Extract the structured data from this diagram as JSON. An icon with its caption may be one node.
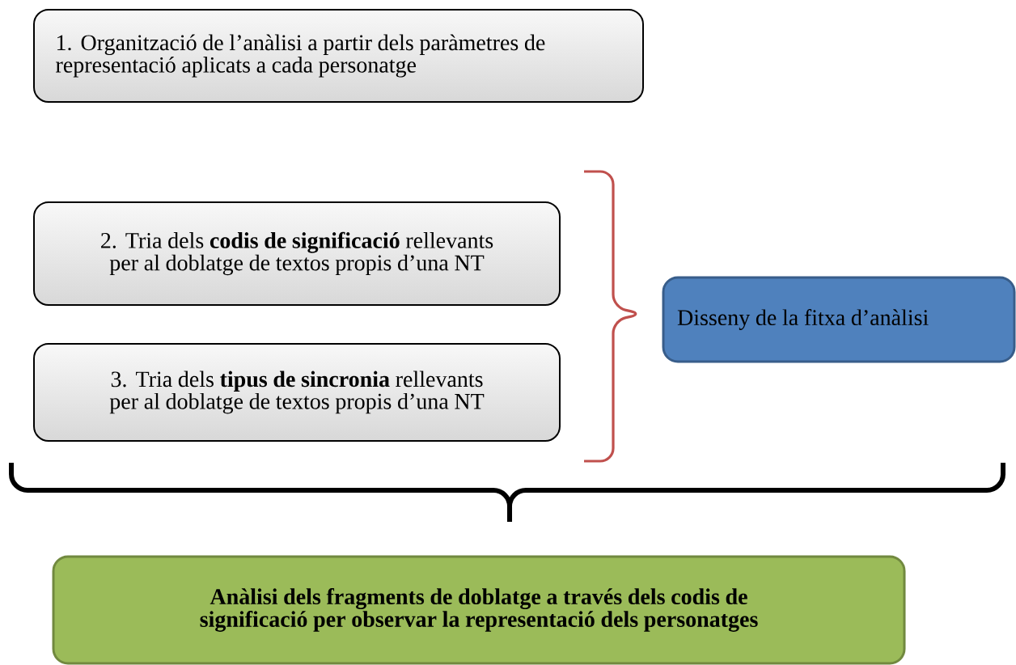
{
  "diagram": {
    "nodes": [
      {
        "text": [
          "1. Organització de l’anàlisi a partir dels paràmetres de representació aplicats a cada personatge"
        ]
      },
      {
        "text": [
          "2. Tria dels **codis de significació** rellevants per al doblatge de textos propis d’una NT"
        ]
      },
      {
        "text": [
          "3. Tria dels **tipus de sincronia** rellevants per al doblatge de textos propis d’una NT"
        ]
      },
      {
        "text": [
          "Disseny de la fitxa d’anàlisi"
        ]
      },
      {
        "text": [
          "Anàlisi dels fragments de doblatge a través dels codis de significació per observar la representació dels personatges"
        ]
      }
    ]
  }
}
